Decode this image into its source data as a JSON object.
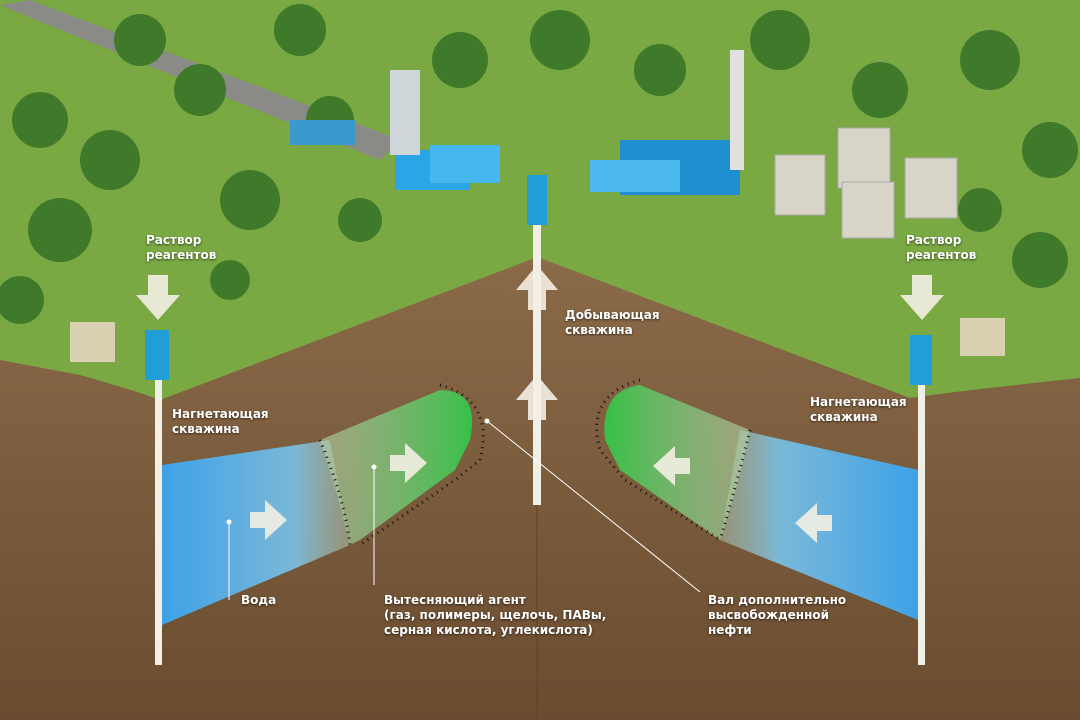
{
  "labels": {
    "reagent_left": [
      "Раствор",
      "реагентов"
    ],
    "reagent_right": [
      "Раствор",
      "реагентов"
    ],
    "production_well": [
      "Добывающая",
      "скважина"
    ],
    "injection_left": [
      "Нагнетающая",
      "скважина"
    ],
    "injection_right": [
      "Нагнетающая",
      "скважина"
    ],
    "water": "Вода",
    "agent": [
      "Вытесняющий агент",
      "(газ, полимеры, щелочь, ПАВы,",
      "серная кислота, углекислота)"
    ],
    "oil_bank": [
      "Вал дополнительно",
      "высвобожденной",
      "нефти"
    ]
  },
  "colors": {
    "grass": "#7aa843",
    "soil": "#7a5a3a",
    "water": "#3a9be0",
    "agent": "#3cc24a",
    "well": "#f2efe6",
    "equipment": "#1f9ed8"
  }
}
